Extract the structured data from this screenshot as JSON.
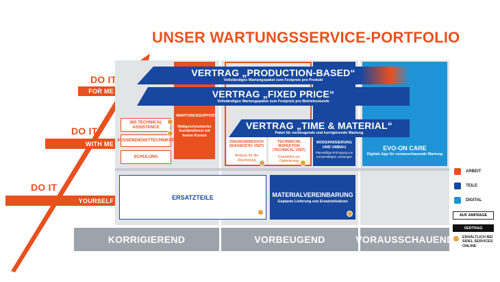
{
  "title": "UNSER WARTUNGSSERVICE-PORTFOLIO",
  "levels": [
    {
      "doit": "DO IT",
      "label": "FOR ME"
    },
    {
      "doit": "DO IT",
      "label": "WITH ME"
    },
    {
      "doit": "DO IT",
      "label": "YOURSELF"
    }
  ],
  "columns": [
    "KORRIGIEREND",
    "VORBEUGEND",
    "VORAUSSCHAUEND"
  ],
  "bands": [
    {
      "title": "VERTRAG „PRODUCTION-BASED“",
      "subtitle": "Vollständiges Wartungspaket zum Festpreis pro Produkt"
    },
    {
      "title": "VERTRAG „FIXED PRICE“",
      "subtitle": "Vollständiges Wartungspaket zum Festpreis pro Betriebsstunde"
    },
    {
      "title": "VERTRAG „TIME & MATERIAL“",
      "subtitle": "Paket für vorbeugende und korrigierende Wartung"
    }
  ],
  "korrigierend_items": [
    "365 TECHNICAL ASSISTANCE",
    "AUSSENDIENSTTECHNIKER",
    "SCHULUNG"
  ],
  "wartungssupport": {
    "title": "WARTUNGSSUPPORT",
    "text": "Maßgeschneiderter Kundendienst mit festen Kosten"
  },
  "diagnose": {
    "title": "DIAGNOSEBESUCH (DIAGNOSTIC VISIT)",
    "text": "Analyse für die Überholung"
  },
  "inspektion": {
    "title": "TECHNISCHE INSPEKTION (TECHNICAL VISIT)",
    "text": "Inspektion zur Optimierung"
  },
  "modernisierung": {
    "title": "MODERNISIERUNG UND UMBAU",
    "text": "Planmäßige Erbringung von turnusmäßigen Leistungen"
  },
  "evo": {
    "title": "EVO-ON CARE",
    "text": "Digitale App für vorausschauende Wartung"
  },
  "ersatzteile": "ERSATZTEILE",
  "material": {
    "title": "MATERIALVEREINBARUNG",
    "text": "Geplante Lieferung von Ersatzteilsätzen"
  },
  "legend": {
    "arbeit": "ARBEIT",
    "teile": "TEILE",
    "digital": "DIGITAL",
    "auf_anfrage": "AUF ANFRAGE",
    "vertrag": "VERTRAG",
    "online": "ERHÄLTLICH BEI SIDEL SERVICES ONLINE"
  },
  "colors": {
    "orange": "#e8501e",
    "blue": "#17479e",
    "lightblue": "#1e93d6",
    "grey": "#9da3aa"
  }
}
